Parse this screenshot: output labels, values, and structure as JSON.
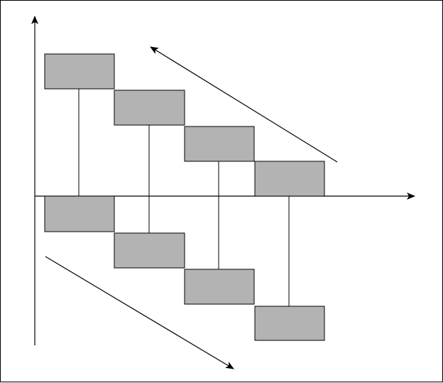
{
  "diagram": {
    "colors": {
      "background": "#ffffff",
      "line": "#000000",
      "block_fill": "#b3b3b3",
      "block_stroke": "#000000"
    },
    "upper_blocks_count": 4,
    "lower_blocks_count": 4,
    "upper_trend_arrow": "up-left",
    "lower_trend_arrow": "down-right"
  }
}
